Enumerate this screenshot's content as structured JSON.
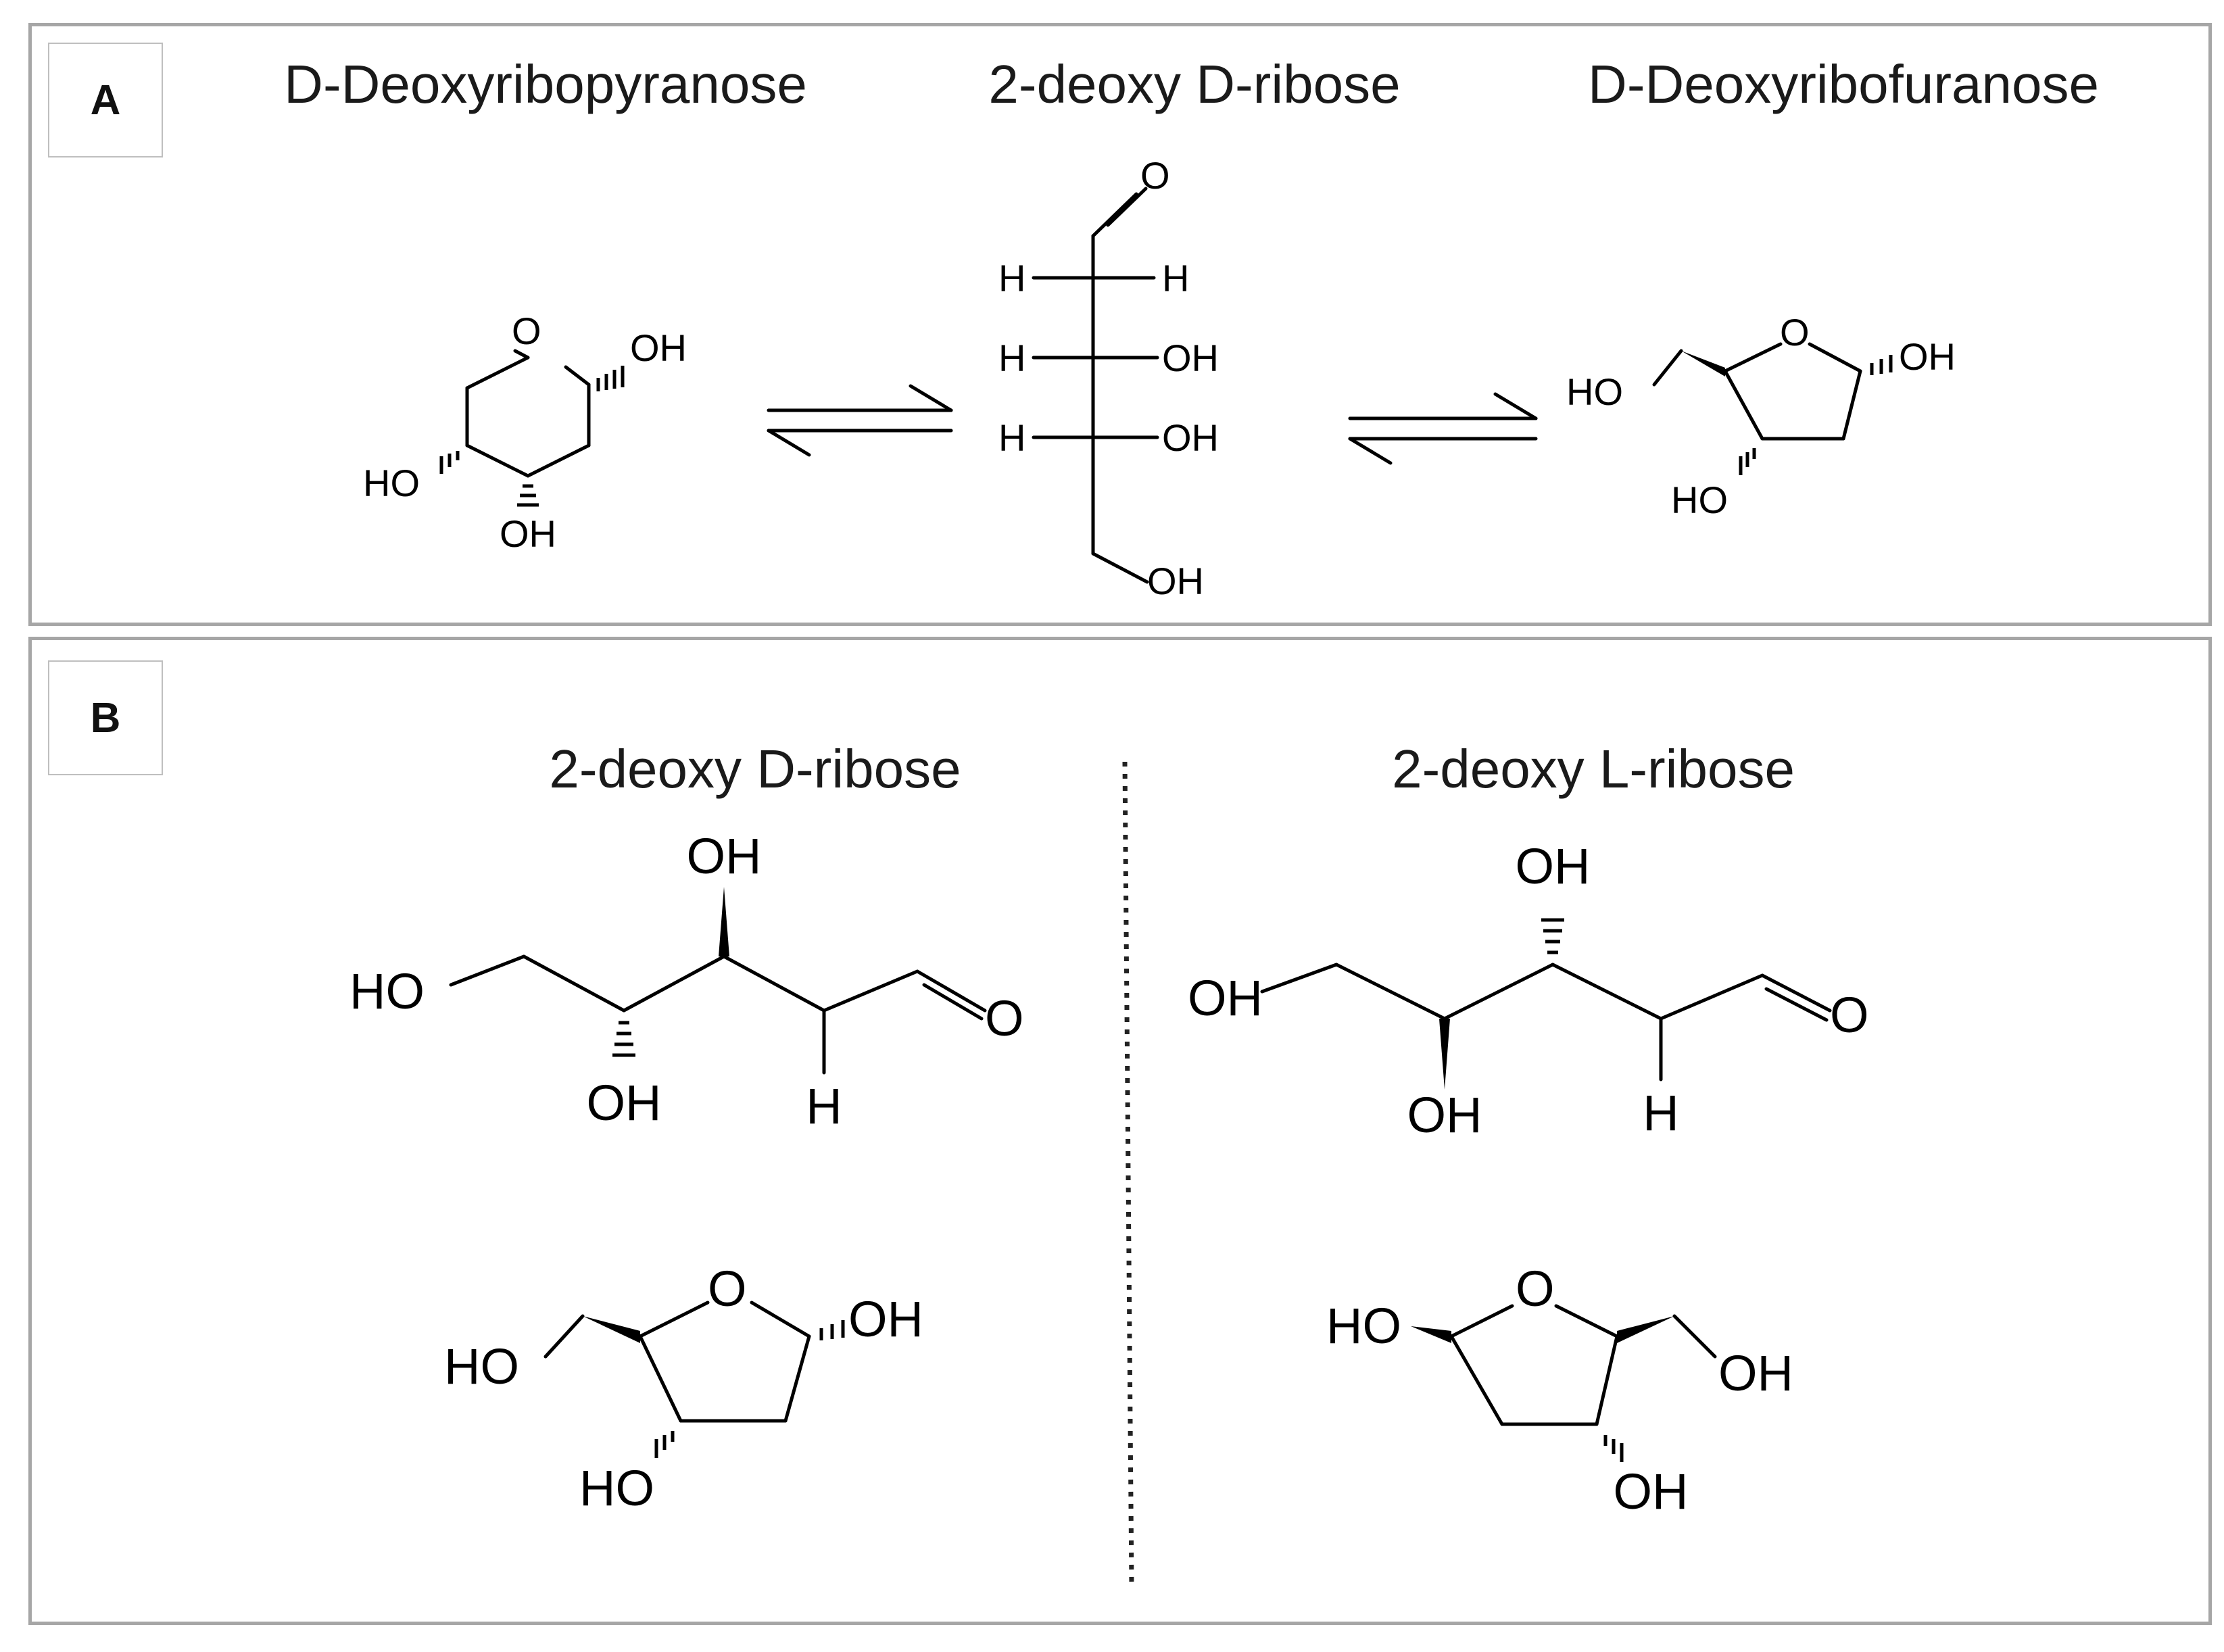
{
  "panel_a": {
    "label": "A",
    "titles": {
      "pyranose": "D-Deoxyribopyranose",
      "linear": "2-deoxy D-ribose",
      "furanose": "D-Deoxyribofuranose"
    },
    "atoms": {
      "o": "O",
      "oh": "OH",
      "ho": "HO",
      "h": "H"
    }
  },
  "panel_b": {
    "label": "B",
    "titles": {
      "d_form": "2-deoxy D-ribose",
      "l_form": "2-deoxy L-ribose"
    },
    "atoms": {
      "o": "O",
      "oh": "OH",
      "ho": "HO",
      "h": "H"
    }
  }
}
